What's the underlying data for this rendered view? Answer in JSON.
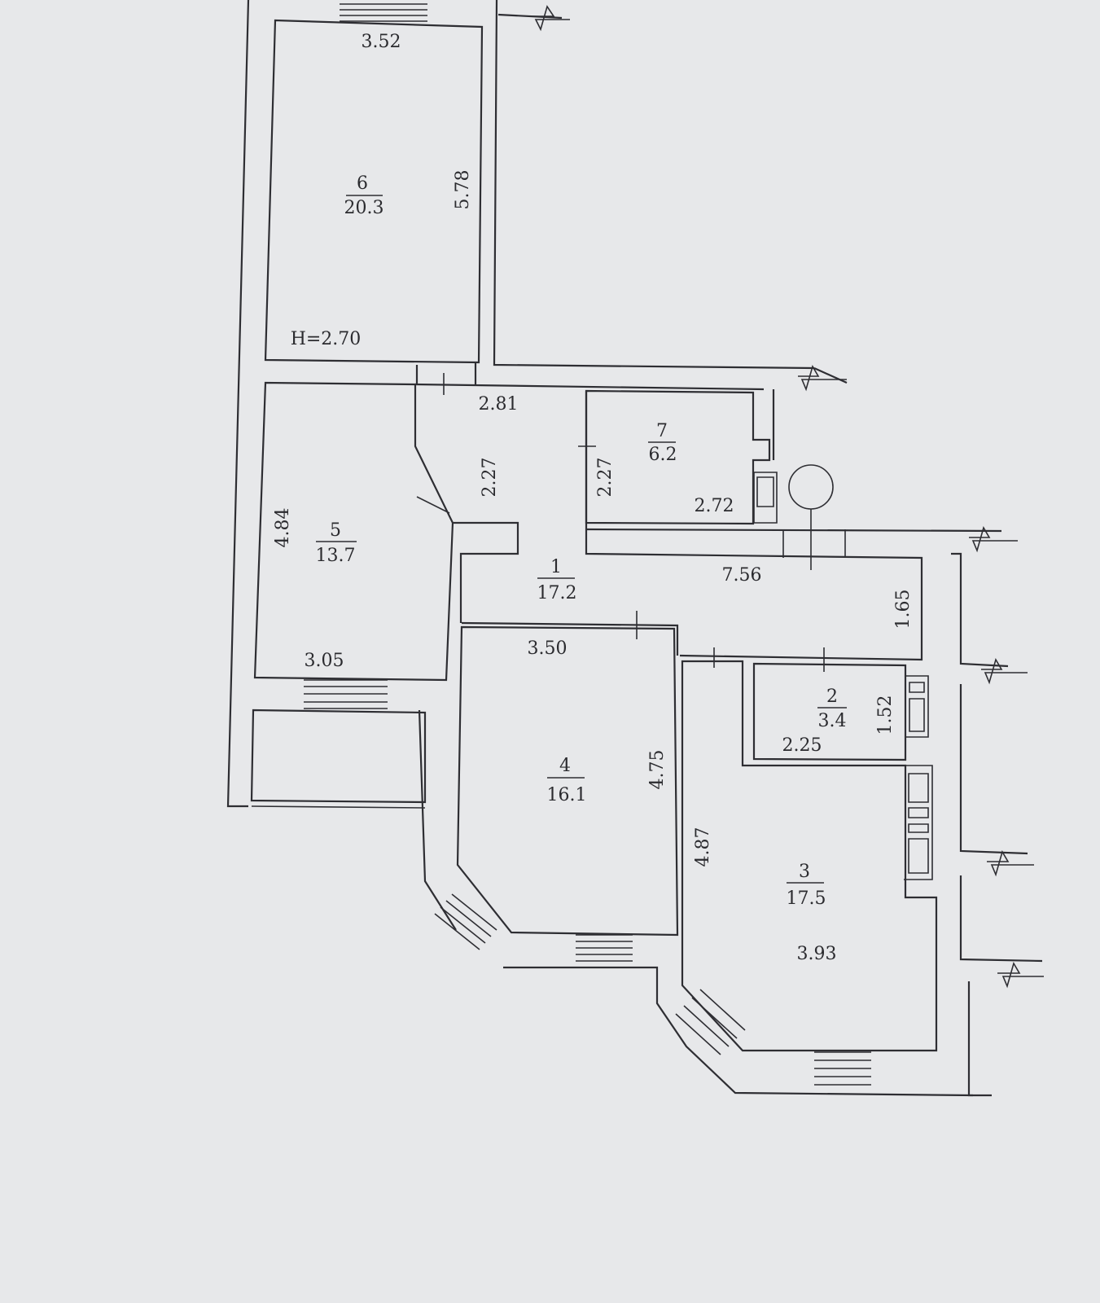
{
  "rooms": [
    {
      "number": "6",
      "area": "20.3"
    },
    {
      "number": "7",
      "area": "6.2"
    },
    {
      "number": "5",
      "area": "13.7"
    },
    {
      "number": "1",
      "area": "17.2"
    },
    {
      "number": "4",
      "area": "16.1"
    },
    {
      "number": "2",
      "area": "3.4"
    },
    {
      "number": "3",
      "area": "17.5"
    }
  ],
  "dimensions": {
    "room6_width": "3.52",
    "room6_length": "5.78",
    "ceiling_height": "H=2.70",
    "hall_width": "2.81",
    "hall_depth": "2.27",
    "room7_depth": "2.27",
    "room7_width": "2.72",
    "room5_length": "4.84",
    "room5_width": "3.05",
    "corridor_length": "7.56",
    "corridor_width": "1.65",
    "room4_width": "3.50",
    "room4_length": "4.75",
    "room2_length": "1.52",
    "room2_width": "2.25",
    "room3_length": "4.87",
    "room3_width": "3.93"
  }
}
